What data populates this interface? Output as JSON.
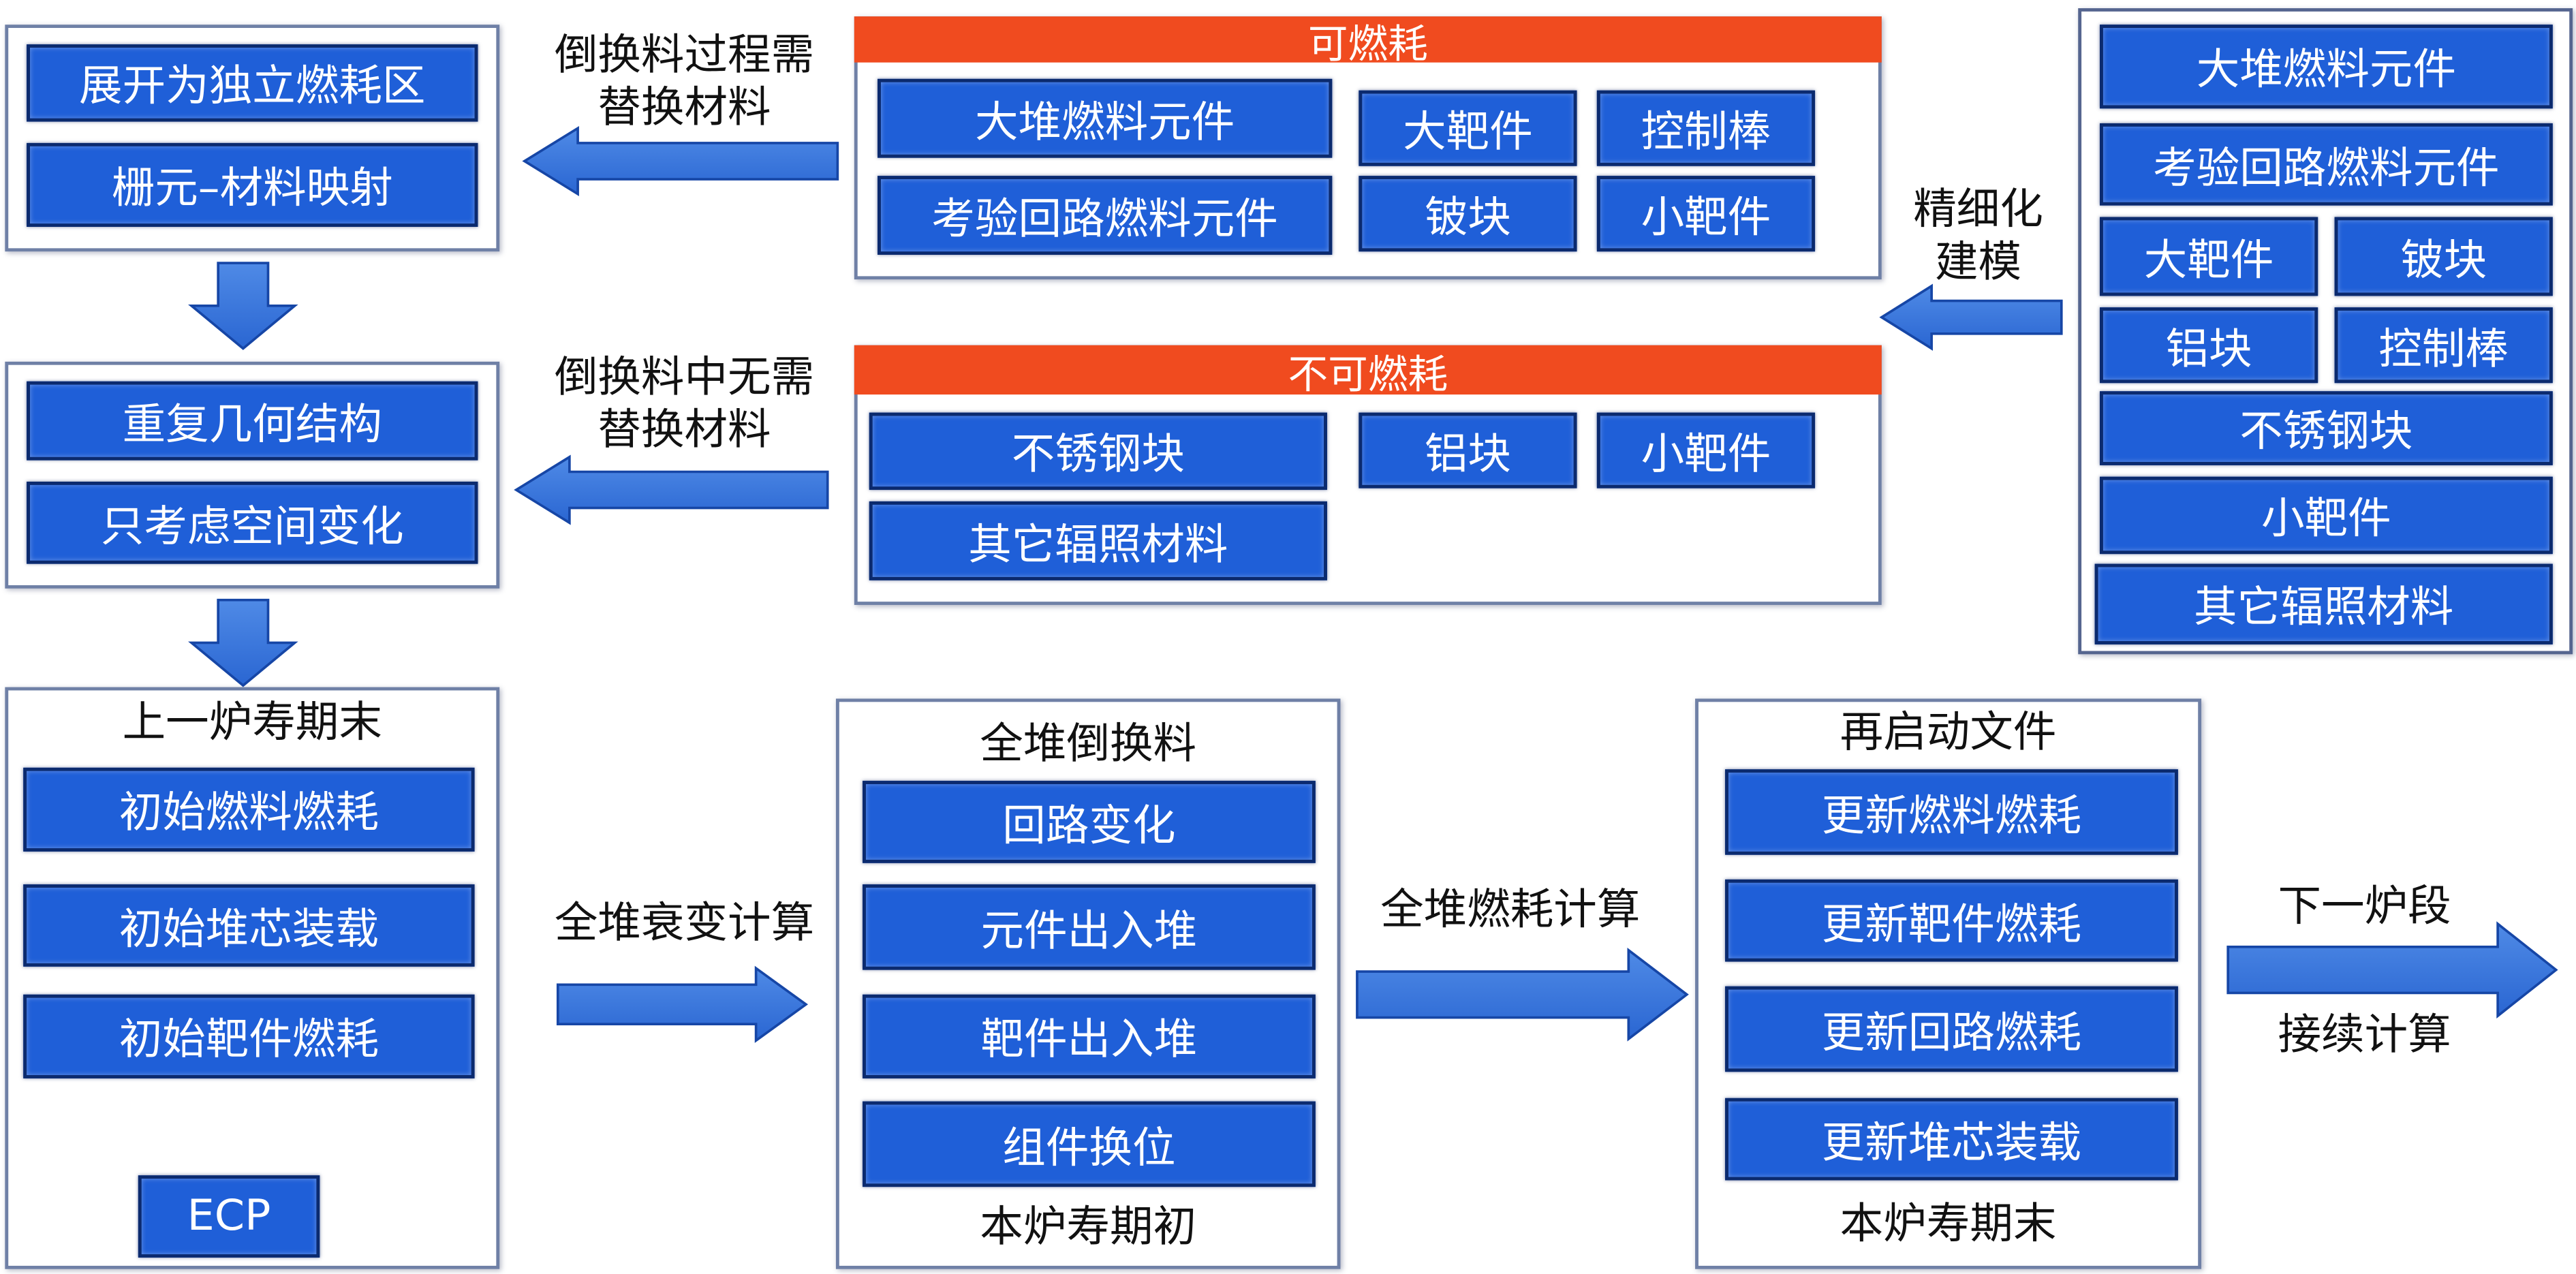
{
  "colors": {
    "box_fill": "#1f5fd8",
    "box_border": "#0b2a6e",
    "header_red": "#f04b1f",
    "arrow_blue": "#2a66d2"
  },
  "left": {
    "region_box": {
      "items": [
        "展开为独立燃耗区",
        "栅元–材料映射"
      ]
    },
    "geometry_box": {
      "items": [
        "重复几何结构",
        "只考虑空间变化"
      ]
    },
    "prev_cycle_box": {
      "title": "上一炉寿期末",
      "items": [
        "初始燃料燃耗",
        "初始堆芯装载",
        "初始靶件燃耗"
      ],
      "input": "ECP"
    }
  },
  "arrow_labels": {
    "replace_needed": [
      "倒换料过程需",
      "替换材料"
    ],
    "no_replace": [
      "倒换料中无需",
      "替换材料"
    ],
    "refined_modeling": [
      "精细化",
      "建模"
    ],
    "decay_calc": "全堆衰变计算",
    "burnup_calc": "全堆燃耗计算",
    "next_segment": "下一炉段",
    "continue_calc": "接续计算"
  },
  "burnable": {
    "header": "可燃耗",
    "items": [
      "大堆燃料元件",
      "考验回路燃料元件",
      "大靶件",
      "控制棒",
      "铍块",
      "小靶件"
    ]
  },
  "non_burnable": {
    "header": "不可燃耗",
    "items": [
      "不锈钢块",
      "铝块",
      "小靶件",
      "其它辐照材料"
    ]
  },
  "materials": {
    "items": [
      "大堆燃料元件",
      "考验回路燃料元件",
      "大靶件",
      "铍块",
      "铝块",
      "控制棒",
      "不锈钢块",
      "小靶件",
      "其它辐照材料"
    ]
  },
  "refuel_box": {
    "title": "全堆倒换料",
    "items": [
      "回路变化",
      "元件出入堆",
      "靶件出入堆",
      "组件换位"
    ],
    "footer": "本炉寿期初"
  },
  "restart_box": {
    "title": "再启动文件",
    "items": [
      "更新燃料燃耗",
      "更新靶件燃耗",
      "更新回路燃耗",
      "更新堆芯装载"
    ],
    "footer": "本炉寿期末"
  }
}
